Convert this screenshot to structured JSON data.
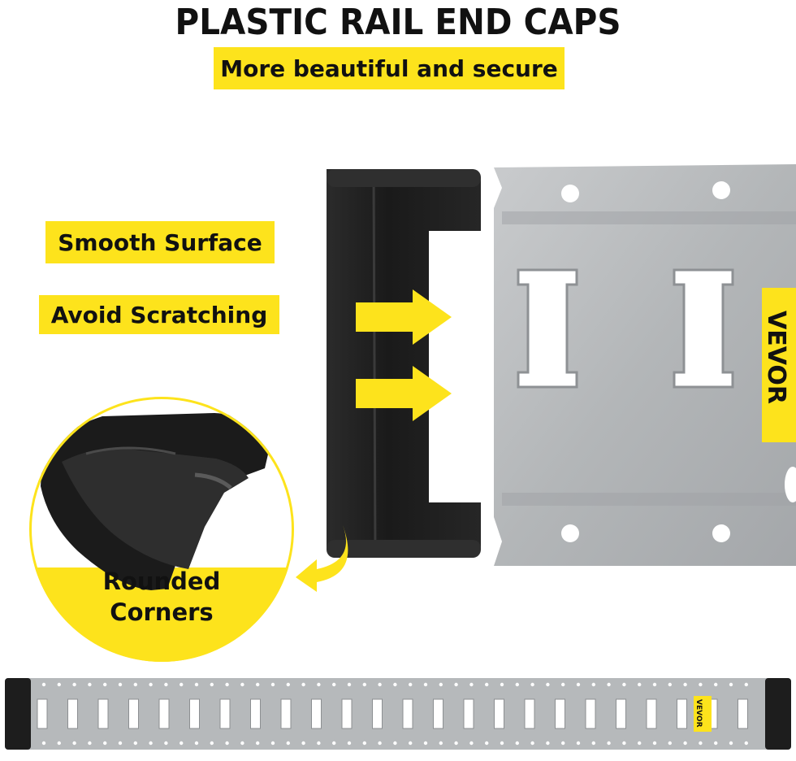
{
  "header": {
    "title": "PLASTIC RAIL END CAPS",
    "subtitle": "More beautiful and secure"
  },
  "features": [
    {
      "label": "Smooth Surface"
    },
    {
      "label": "Avoid Scratching"
    }
  ],
  "detail": {
    "label_line1": "Rounded",
    "label_line2": "Corners"
  },
  "brand": {
    "name": "VEVOR",
    "color": "#fde31c"
  },
  "colors": {
    "accent": "#fde31c",
    "cap": "#1c1c1c",
    "rail": "#b9bcbe"
  }
}
